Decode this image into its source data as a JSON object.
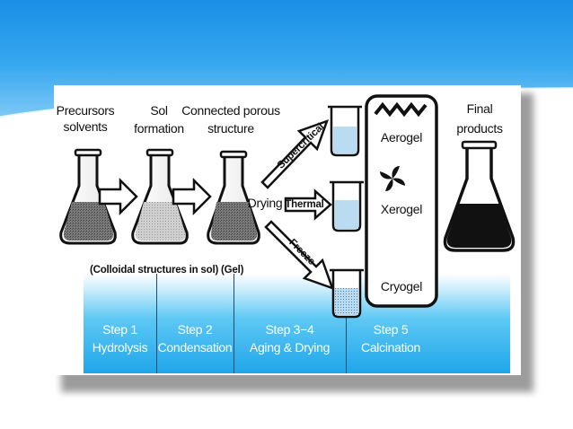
{
  "labels": {
    "precursors": "Precursors",
    "solvents": "solvents",
    "sol": "Sol",
    "formation": "formation",
    "connected": "Connected porous",
    "structure": "structure",
    "drying": "Drying",
    "supercritical": "Supercritical",
    "thermal": "Thermal",
    "freeze": "Freeze",
    "aerogel": "Aerogel",
    "xerogel": "Xerogel",
    "cryogel": "Cryogel",
    "final": "Final",
    "products": "products",
    "colloidal": "(Colloidal structures in sol)",
    "gel": "(Gel)"
  },
  "steps": [
    {
      "title": "Step 1",
      "name": "Hydrolysis"
    },
    {
      "title": "Step 2",
      "name": "Condensation"
    },
    {
      "title": "Step 3−4",
      "name": "Aging & Drying"
    },
    {
      "title": "Step 5",
      "name": "Calcination"
    }
  ],
  "colors": {
    "header": "#2b9cec",
    "step_box": "#1fa6ea",
    "liquid_light": "#b9dcf3",
    "flask_dark": "#111111"
  },
  "icons": [
    "arrow-icon",
    "flask-icon",
    "beaker-icon",
    "fan-icon",
    "zigzag-icon"
  ]
}
